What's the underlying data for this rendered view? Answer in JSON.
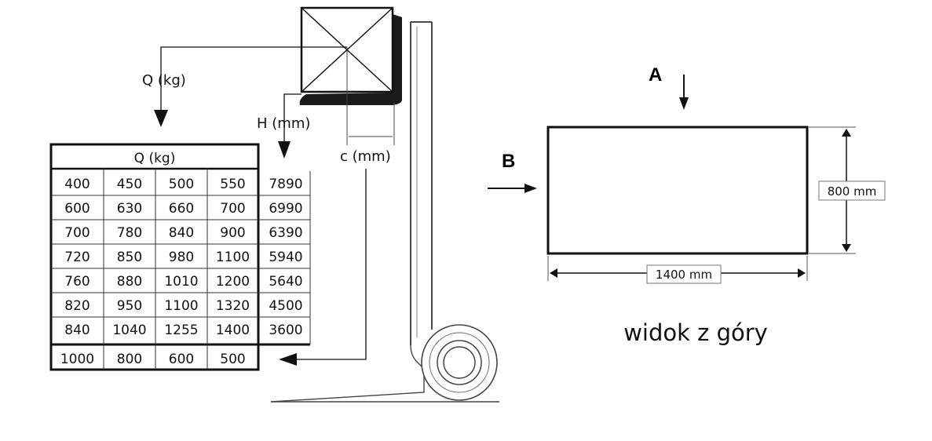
{
  "forklift": {
    "q_label": "Q (kg)",
    "h_label": "H (mm)",
    "c_label": "c (mm)"
  },
  "table": {
    "header": "Q (kg)",
    "rows": [
      {
        "q": [
          "400",
          "450",
          "500",
          "550"
        ],
        "h": "7890"
      },
      {
        "q": [
          "600",
          "630",
          "660",
          "700"
        ],
        "h": "6990"
      },
      {
        "q": [
          "700",
          "780",
          "840",
          "900"
        ],
        "h": "6390"
      },
      {
        "q": [
          "720",
          "850",
          "980",
          "1100"
        ],
        "h": "5940"
      },
      {
        "q": [
          "760",
          "880",
          "1010",
          "1200"
        ],
        "h": "5640"
      },
      {
        "q": [
          "820",
          "950",
          "1100",
          "1320"
        ],
        "h": "4500"
      },
      {
        "q": [
          "840",
          "1040",
          "1255",
          "1400"
        ],
        "h": "3600"
      }
    ],
    "c_row": [
      "1000",
      "800",
      "600",
      "500"
    ]
  },
  "top_view": {
    "arrow_a": "A",
    "arrow_b": "B",
    "width_label": "1400 mm",
    "depth_label": "800 mm",
    "caption": "widok z góry"
  },
  "colors": {
    "ink": "#111111",
    "mast_shadow": "#1a1a1a",
    "background": "#ffffff"
  }
}
